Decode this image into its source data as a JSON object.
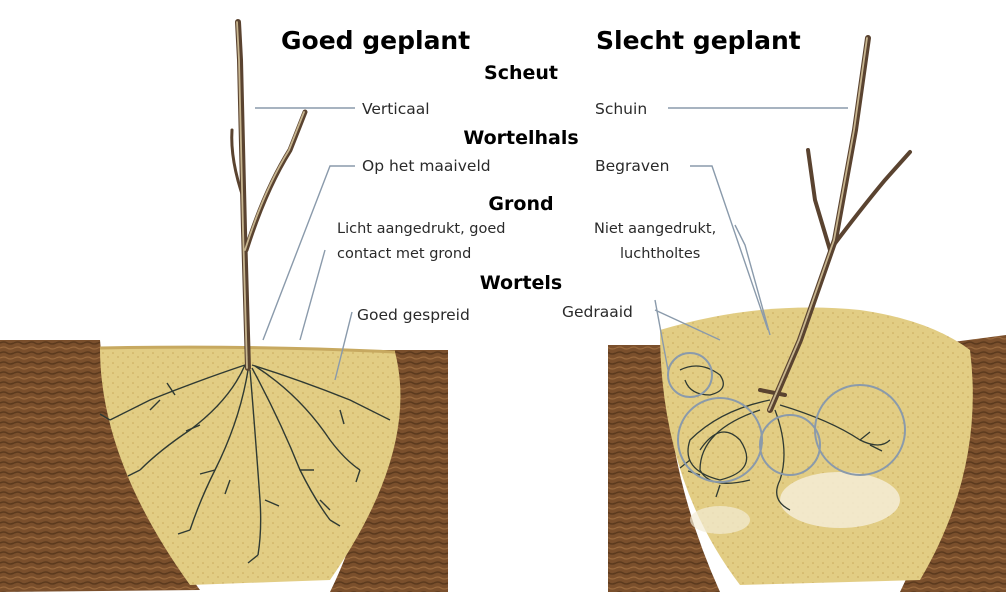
{
  "headers": {
    "good": "Goed geplant",
    "bad": "Slecht geplant"
  },
  "sections": {
    "scheut": "Scheut",
    "wortelhals": "Wortelhals",
    "grond": "Grond",
    "wortels": "Wortels"
  },
  "good_labels": {
    "scheut": "Verticaal",
    "wortelhals": "Op het maaiveld",
    "grond_line1": "Licht aangedrukt, goed",
    "grond_line2": "contact met grond",
    "wortels": "Goed gespreid"
  },
  "bad_labels": {
    "scheut": "Schuin",
    "wortelhals": "Begraven",
    "grond_line1": "Niet aangedrukt,",
    "grond_line2": "luchtholtes",
    "wortels": "Gedraaid"
  }
}
